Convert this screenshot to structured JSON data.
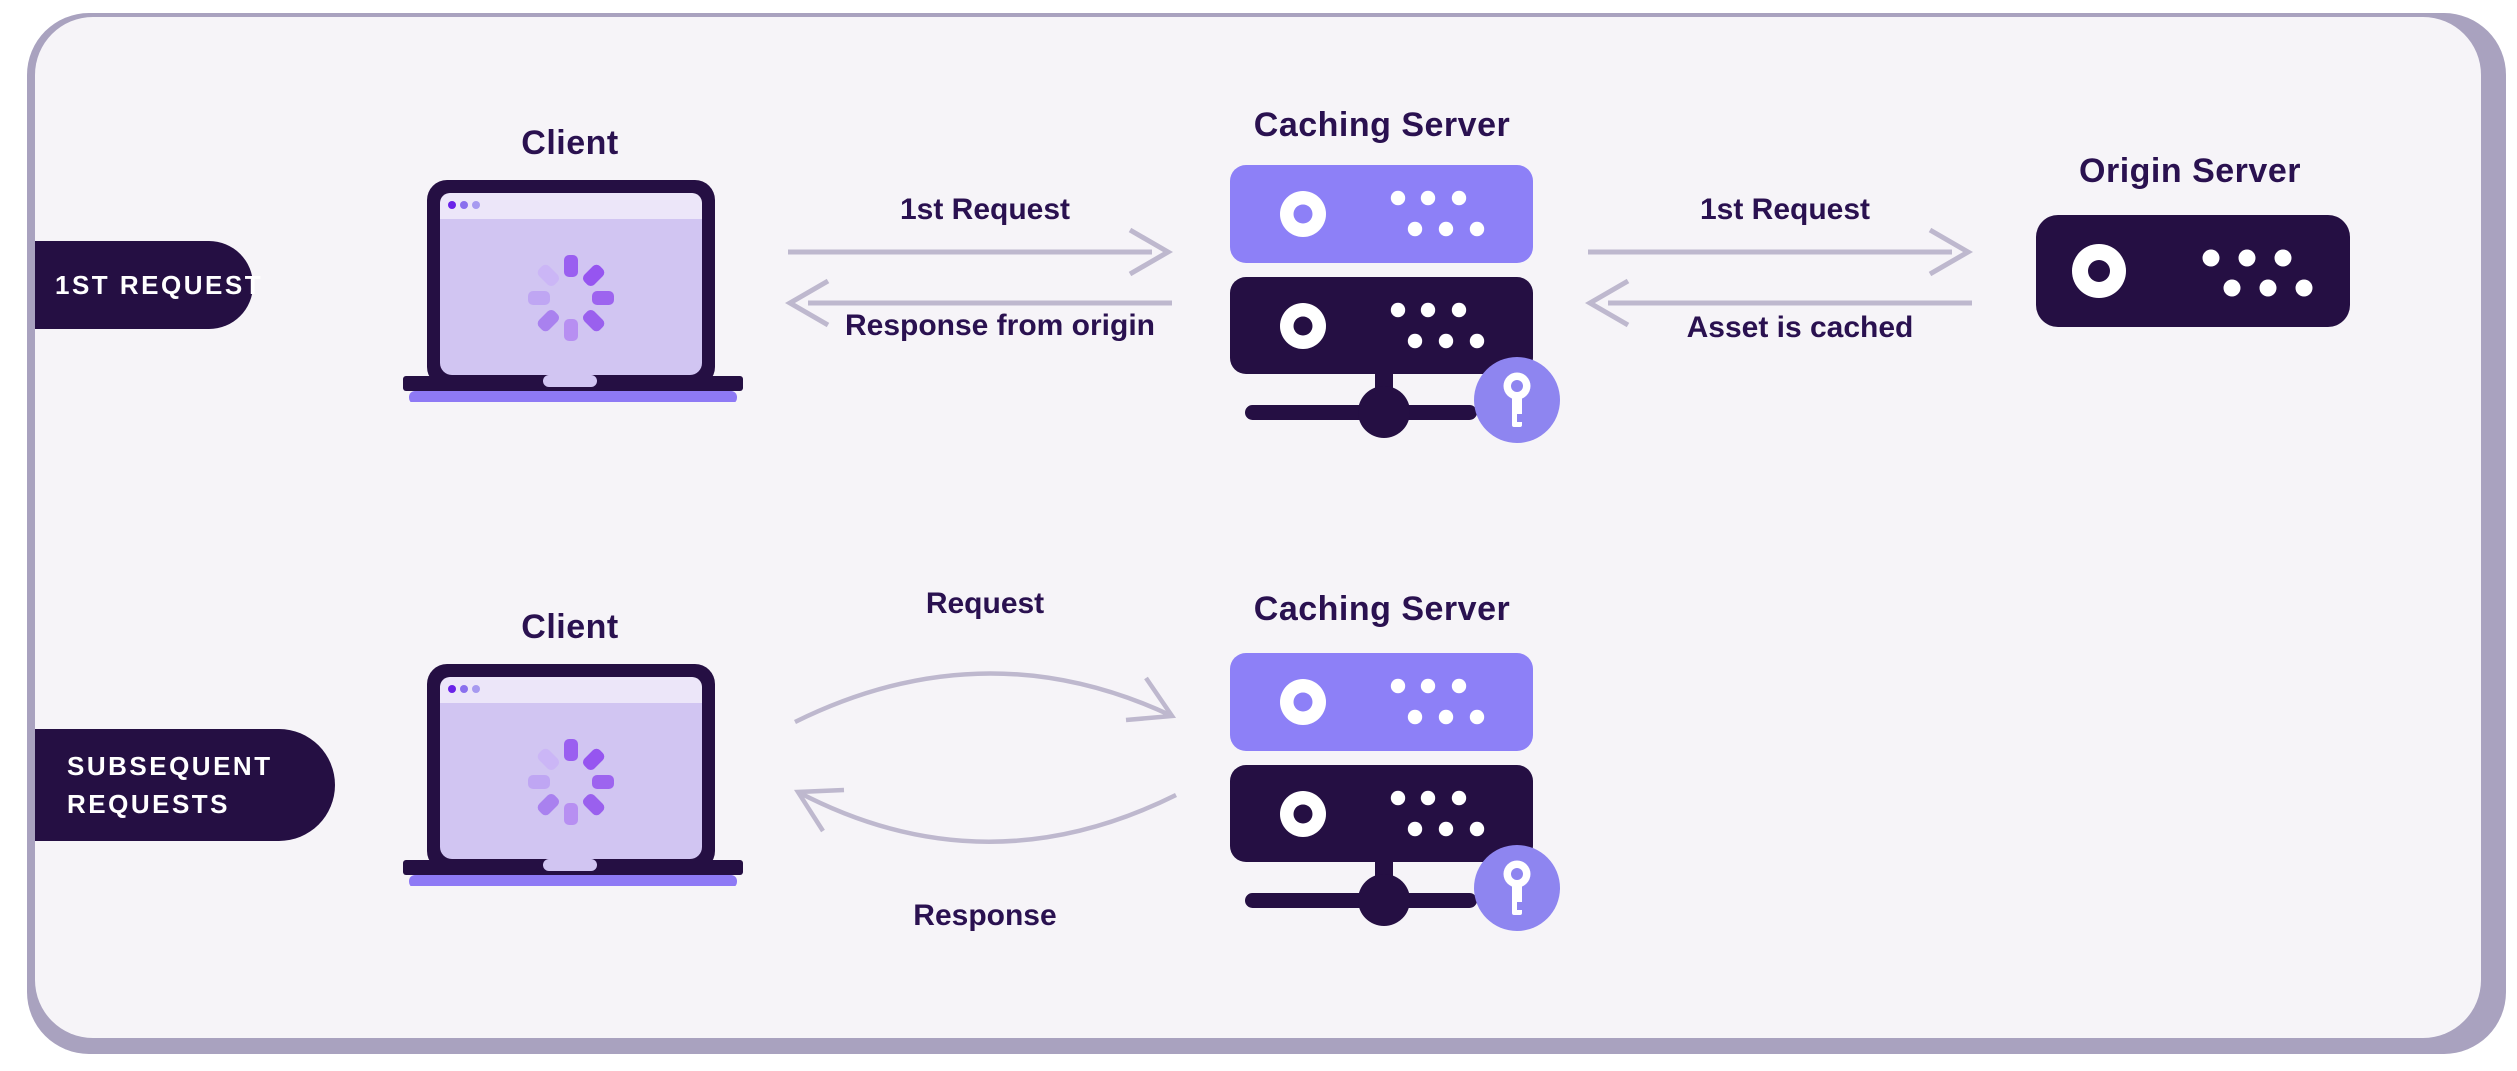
{
  "labels": {
    "badge_first": "1ST REQUEST",
    "badge_subsequent_line1": "SUBSEQUENT",
    "badge_subsequent_line2": "REQUESTS",
    "row1": {
      "client": "Client",
      "caching_server": "Caching Server",
      "origin_server": "Origin Server",
      "client_to_cache_arrow": "1st Request",
      "cache_to_client_arrow": "Response from origin",
      "cache_to_origin_arrow": "1st Request",
      "origin_to_cache_arrow": "Asset is cached"
    },
    "row2": {
      "client": "Client",
      "caching_server": "Caching Server",
      "client_to_cache_arrow": "Request",
      "cache_to_client_arrow": "Response"
    }
  },
  "colors": {
    "navy": "#250f43",
    "text_navy": "#2a1150",
    "purple": "#8d80f7",
    "badge_purple": "#8e85f0",
    "screen": "#d1c5f2",
    "screen_topbar": "#ece6f9",
    "laptop_strip": "#8e79f5",
    "card_bg": "#f6f4f8",
    "card_shadow": "#a9a2bf",
    "arrow_gray": "#beb8ce"
  },
  "icons": {
    "client": "laptop-loading-icon",
    "caching_server": "server-stack-with-key-icon",
    "origin_server": "server-icon"
  }
}
